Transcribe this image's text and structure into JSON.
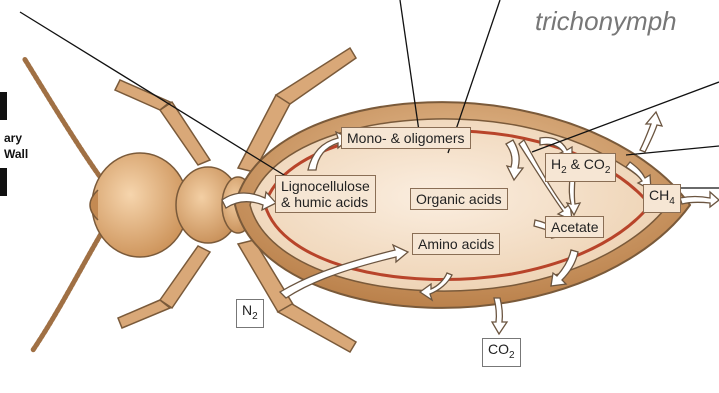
{
  "labels": {
    "lignocellulose_line1": "Lignocellulose",
    "lignocellulose_line2": "& humic acids",
    "mono_oligomers": "Mono- & oligomers",
    "organic_acids": "Organic acids",
    "amino_acids": "Amino acids",
    "acetate": "Acetate",
    "h2_co2": {
      "h": "H",
      "h_sub": "2",
      "amp": " & CO",
      "co_sub": "2"
    },
    "ch4": {
      "c": "CH",
      "c_sub": "4"
    },
    "n2": {
      "n": "N",
      "n_sub": "2"
    },
    "co2": {
      "c": "CO",
      "c_sub": "2"
    }
  },
  "side_text": {
    "line1": "ary",
    "line2": "Wall"
  },
  "top_right_italic": "trichonymph",
  "colors": {
    "body_fill": "#e4b889",
    "body_stroke": "#7a5a3a",
    "abdomen_fill": "#f8e7d5",
    "gut_line": "#b8442a",
    "leg_fill": "#d9a878",
    "arrow_fill": "#ffffff",
    "leader_line": "#111111"
  }
}
